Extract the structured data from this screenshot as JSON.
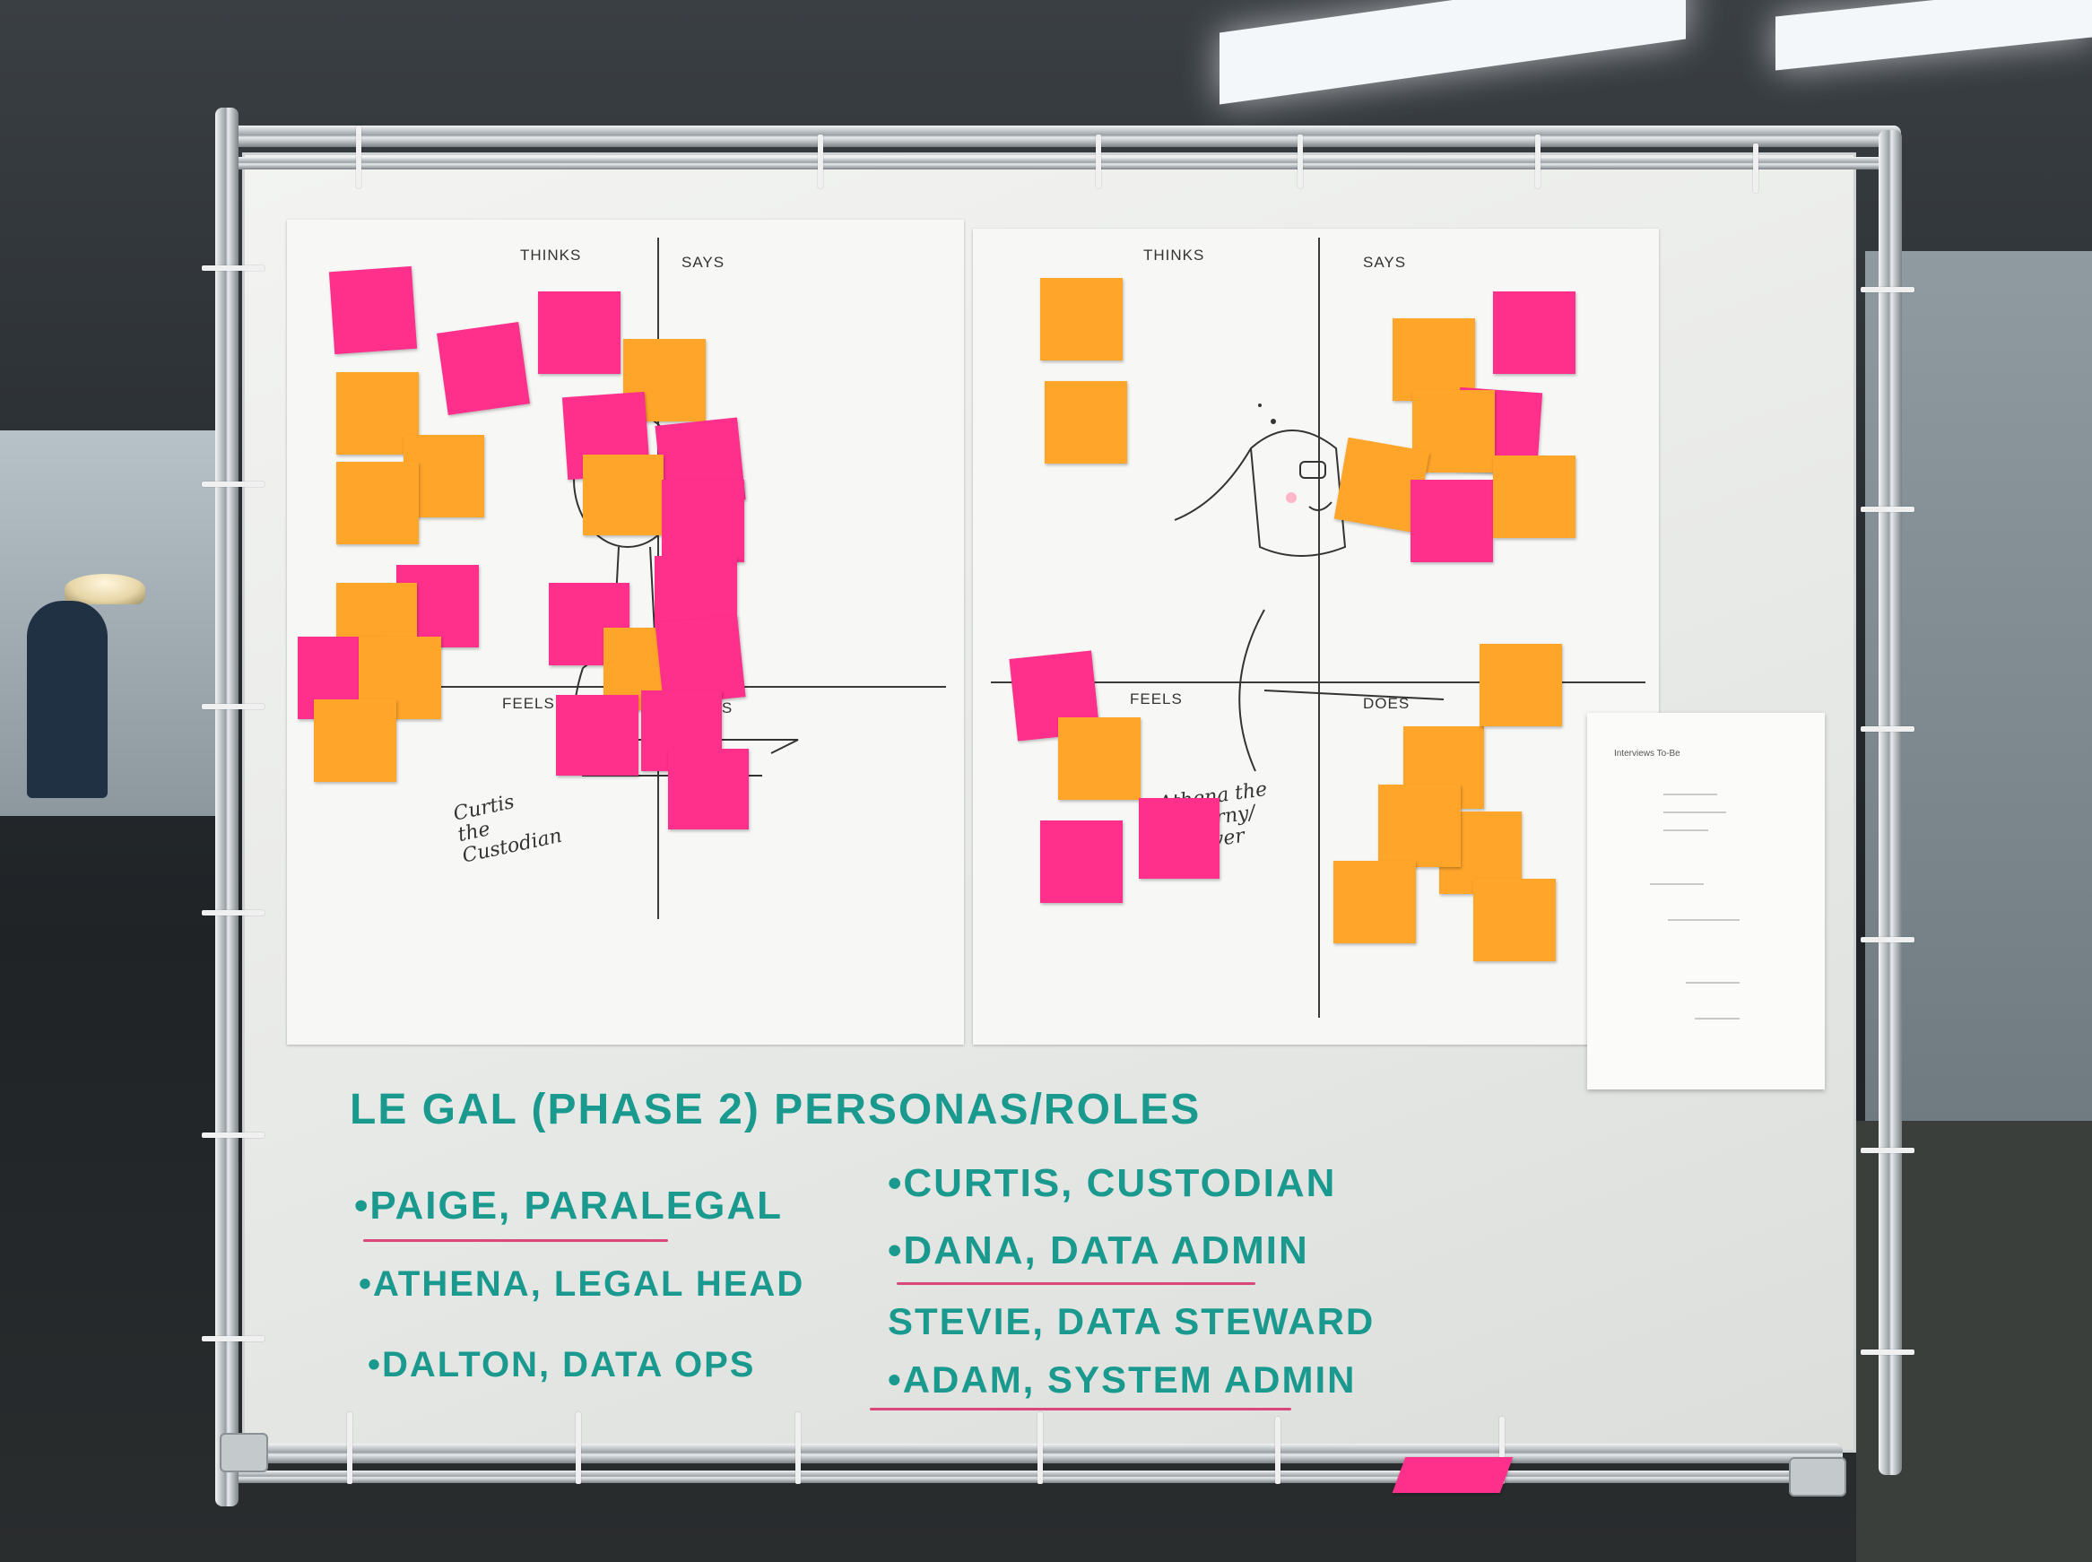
{
  "empathy_maps": [
    {
      "quadrants": {
        "thinks": "THINKS",
        "says": "SAYS",
        "feels": "FEELS",
        "does": "DOES"
      },
      "persona_caption": "Curtis the Custodian"
    },
    {
      "quadrants": {
        "thinks": "THINKS",
        "says": "SAYS",
        "feels": "FEELS",
        "does": "DOES"
      },
      "persona_caption": "Athena the Attourny/ Aprover"
    }
  ],
  "whiteboard": {
    "heading": "LE GAL (PHASE 2) PERSONAS/ROLES",
    "roles_left": [
      "•PAIGE, PARALEGAL",
      "•ATHENA, LEGAL HEAD",
      "•DALTON, DATA OPS"
    ],
    "roles_right": [
      "•CURTIS, CUSTODIAN",
      "•DANA, DATA ADMIN",
      "STEVIE, DATA STEWARD",
      "•ADAM, SYSTEM ADMIN"
    ]
  },
  "side_sheet": {
    "title": "Interviews To-Be"
  },
  "colors": {
    "sticky_pink": "#ff2f8c",
    "sticky_orange": "#ffa52a",
    "marker_teal": "#1a9a8e",
    "marker_red": "#d9487a"
  }
}
